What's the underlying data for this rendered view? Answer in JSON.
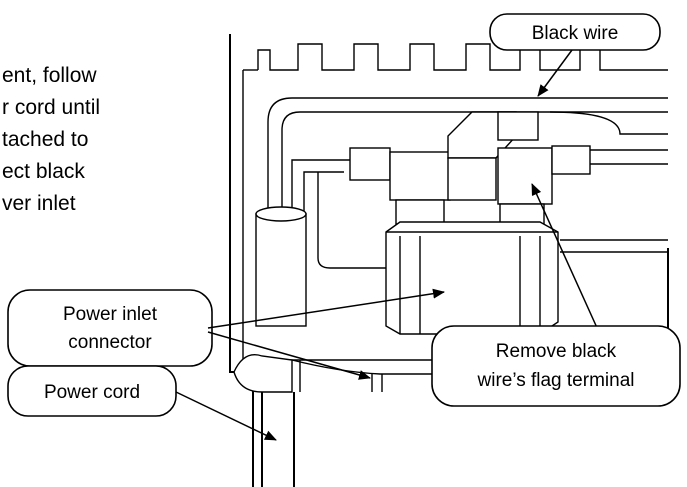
{
  "intro_text": [
    "ent, follow",
    "r cord until",
    "tached to",
    "ect black",
    "ver inlet"
  ],
  "callouts": {
    "black_wire": "Black wire",
    "power_inlet_line1": "Power inlet",
    "power_inlet_line2": "connector",
    "remove_line1": "Remove black",
    "remove_line2": "wire’s flag terminal",
    "power_cord": "Power cord"
  }
}
